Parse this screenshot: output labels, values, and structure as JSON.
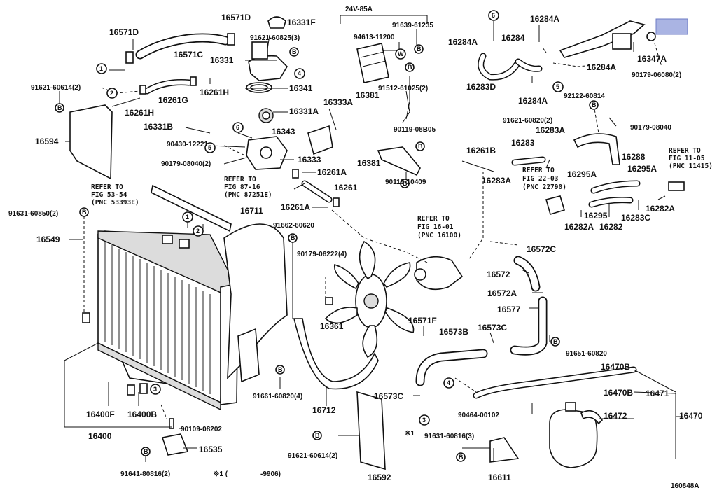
{
  "header": {
    "group_code": "24V-85A"
  },
  "footer": {
    "drawing_id": "160848A",
    "date_note_mark": "※1 (",
    "date_note_range": "-9906)",
    "mark_note": "※1"
  },
  "refs": {
    "fig53": [
      "REFER TO",
      "FIG 53-54",
      "(PNC 53393E)"
    ],
    "fig87": [
      "REFER TO",
      "FIG 87-16",
      "(PNC 87251E)"
    ],
    "fig16": [
      "REFER TO",
      "FIG 16-01",
      "(PNC 16100)"
    ],
    "fig22": [
      "REFER TO",
      "FIG 22-03",
      "(PNC 22790)"
    ],
    "fig11": [
      "REFER TO",
      "FIG 11-05",
      "(PNC 11415)"
    ]
  },
  "labels": {
    "p16571D": "16571D",
    "p16331F": "16331F",
    "p16571D_b": "16571D",
    "p91621_60825": "91621-60825(3)",
    "p16571C": "16571C",
    "p16331": "16331",
    "p91621_60614": "91621-60614(2)",
    "p16261G": "16261G",
    "p16261H_a": "16261H",
    "p16261H_b": "16261H",
    "p16341": "16341",
    "p16331A": "16331A",
    "p16331B": "16331B",
    "p16594": "16594",
    "p16343": "16343",
    "p90430": "90430-12221",
    "p16333": "16333",
    "p90179_08040_2": "90179-08040(2)",
    "p16261A_a": "16261A",
    "p16261": "16261",
    "p16261A_b": "16261A",
    "p16711": "16711",
    "p91631_60850": "91631-60850(2)",
    "p16549": "16549",
    "p94613": "94613-11200",
    "p91639": "91639-61235",
    "p16381_a": "16381",
    "p91512": "91512-61025(2)",
    "p16333A": "16333A",
    "p90119_08B05": "90119-08B05",
    "p16381_b": "16381",
    "p90119_10409": "90119-10409",
    "p16284A_a": "16284A",
    "p16284A_b": "16284A",
    "p16284": "16284",
    "p16283D": "16283D",
    "p16284A_c": "16284A",
    "p16284A_d": "16284A",
    "p16347A": "16347A",
    "p90179_06080": "90179-06080(2)",
    "p92122": "92122-60814",
    "p91621_60820_2": "91621-60820(2)",
    "p90179_08040": "90179-08040",
    "p16283A_a": "16283A",
    "p16283": "16283",
    "p16288": "16288",
    "p16261B": "16261B",
    "p16283A_b": "16283A",
    "p16295A_a": "16295A",
    "p16295A_b": "16295A",
    "p16295": "16295",
    "p16282A_a": "16282A",
    "p16282A_b": "16282A",
    "p16282": "16282",
    "p16283C": "16283C",
    "p91662": "91662-60620",
    "p90179_06222": "90179-06222(4)",
    "p16572C": "16572C",
    "p16572": "16572",
    "p16572A": "16572A",
    "p16577": "16577",
    "p16361": "16361",
    "p16571F": "16571F",
    "p16573B": "16573B",
    "p16573C_a": "16573C",
    "p91651": "91651-60820",
    "p16470B_a": "16470B",
    "p16470B_b": "16470B",
    "p16471": "16471",
    "p16470": "16470",
    "p16472": "16472",
    "p90464": "90464-00102",
    "p16573C_b": "16573C",
    "p91631_60816": "91631-60816(3)",
    "p16611": "16611",
    "p16592": "16592",
    "p91621_60614_2": "91621-60614(2)",
    "p16712": "16712",
    "p91661": "91661-60820(4)",
    "p16400F": "16400F",
    "p16400B": "16400B",
    "p16400": "16400",
    "p90109": "90109-08202",
    "p16535": "16535",
    "p91641": "91641-80816(2)"
  },
  "callouts": {
    "c1a": "1",
    "c2a": "2",
    "c1b": "1",
    "c2b": "2",
    "c3a": "3",
    "c3b": "3",
    "c4a": "4",
    "c4b": "4",
    "c5a": "5",
    "c5b": "5",
    "c6a": "6",
    "c6b": "6",
    "w": "W",
    "b": "B"
  },
  "colors": {
    "ink": "#111111",
    "highlight_box": "#aab4e3"
  }
}
